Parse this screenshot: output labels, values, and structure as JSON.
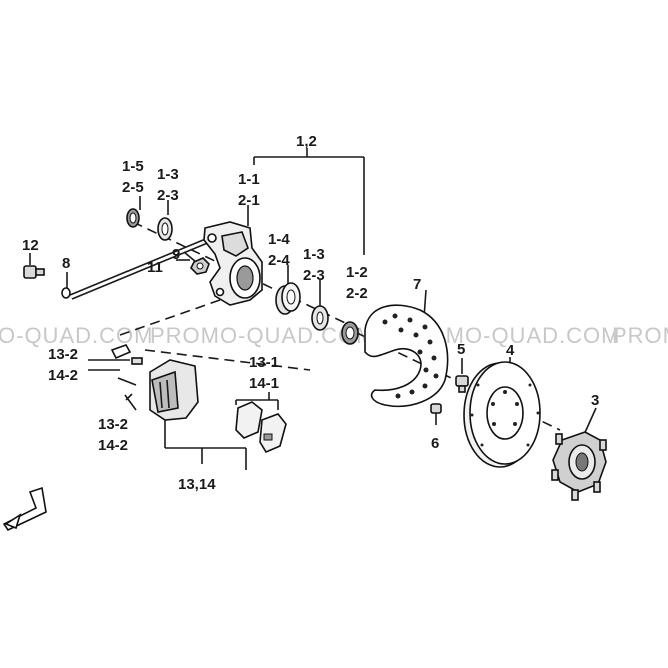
{
  "watermark": {
    "text_1": "O-QUAD.COM",
    "text_2": "PROMO-QUAD.COM",
    "text_3": "PROMO-QUAD.COM",
    "text_4": "PROMO-QUAD.COM",
    "text_5": "PROMO"
  },
  "labels": {
    "group_1_2": "1,2",
    "l_1_5": "1-5",
    "l_2_5": "2-5",
    "l_1_3a": "1-3",
    "l_2_3a": "2-3",
    "l_1_1": "1-1",
    "l_2_1": "2-1",
    "l_12": "12",
    "l_8": "8",
    "l_9": "9",
    "l_11": "11",
    "l_1_4": "1-4",
    "l_2_4": "2-4",
    "l_1_3b": "1-3",
    "l_2_3b": "2-3",
    "l_1_2": "1-2",
    "l_2_2": "2-2",
    "l_7": "7",
    "l_5": "5",
    "l_4": "4",
    "l_3": "3",
    "l_6": "6",
    "l_13_2a": "13-2",
    "l_14_2a": "14-2",
    "l_13_2b": "13-2",
    "l_14_2b": "14-2",
    "l_13_1": "13-1",
    "l_14_1": "14-1",
    "group_13_14": "13,14"
  },
  "colors": {
    "ink": "#1a1a1a",
    "part_fill": "#e6e6e6",
    "part_dark": "#9a9a9a",
    "watermark": "#c8c8c8",
    "background": "#ffffff"
  }
}
